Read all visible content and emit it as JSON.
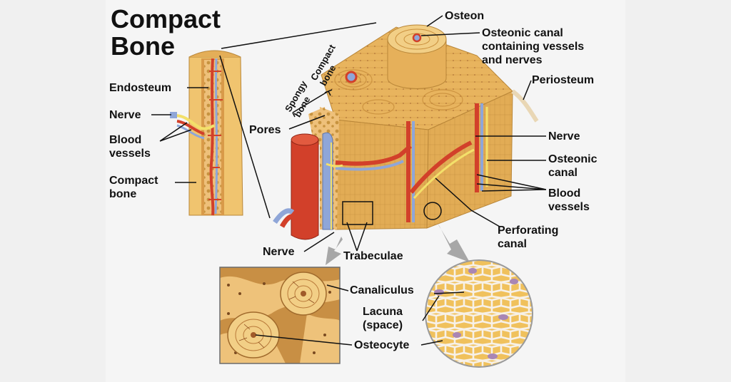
{
  "title": [
    "Compact",
    "Bone"
  ],
  "labels": {
    "endosteum": "Endosteum",
    "nerve_left": "Nerve",
    "blood_vessels_left": [
      "Blood",
      "vessels"
    ],
    "compact_bone_left": [
      "Compact",
      "bone"
    ],
    "spongy_bone": [
      "Spongy",
      "bone"
    ],
    "compact_bone_rot": [
      "Compact",
      "bone"
    ],
    "pores": "Pores",
    "osteon": "Osteon",
    "osteonic_canal_top": [
      "Osteonic canal",
      "containing vessels",
      "and nerves"
    ],
    "periosteum": "Periosteum",
    "nerve_right": "Nerve",
    "osteonic_canal_right": [
      "Osteonic",
      "canal"
    ],
    "blood_vessels_right": [
      "Blood",
      "vessels"
    ],
    "perforating_canal": [
      "Perforating",
      "canal"
    ],
    "nerve_bottom": "Nerve",
    "trabeculae": "Trabeculae",
    "canaliculus": "Canaliculus",
    "lacuna": [
      "Lacuna",
      "(space)"
    ],
    "osteocyte": "Osteocyte"
  },
  "colors": {
    "bone": "#e8b45e",
    "bone_light": "#f2cf86",
    "bone_dark": "#c98f3c",
    "artery": "#d2402a",
    "vein": "#8fa6d8",
    "nerve": "#f3e06a",
    "arrow": "#a7a7a7"
  }
}
